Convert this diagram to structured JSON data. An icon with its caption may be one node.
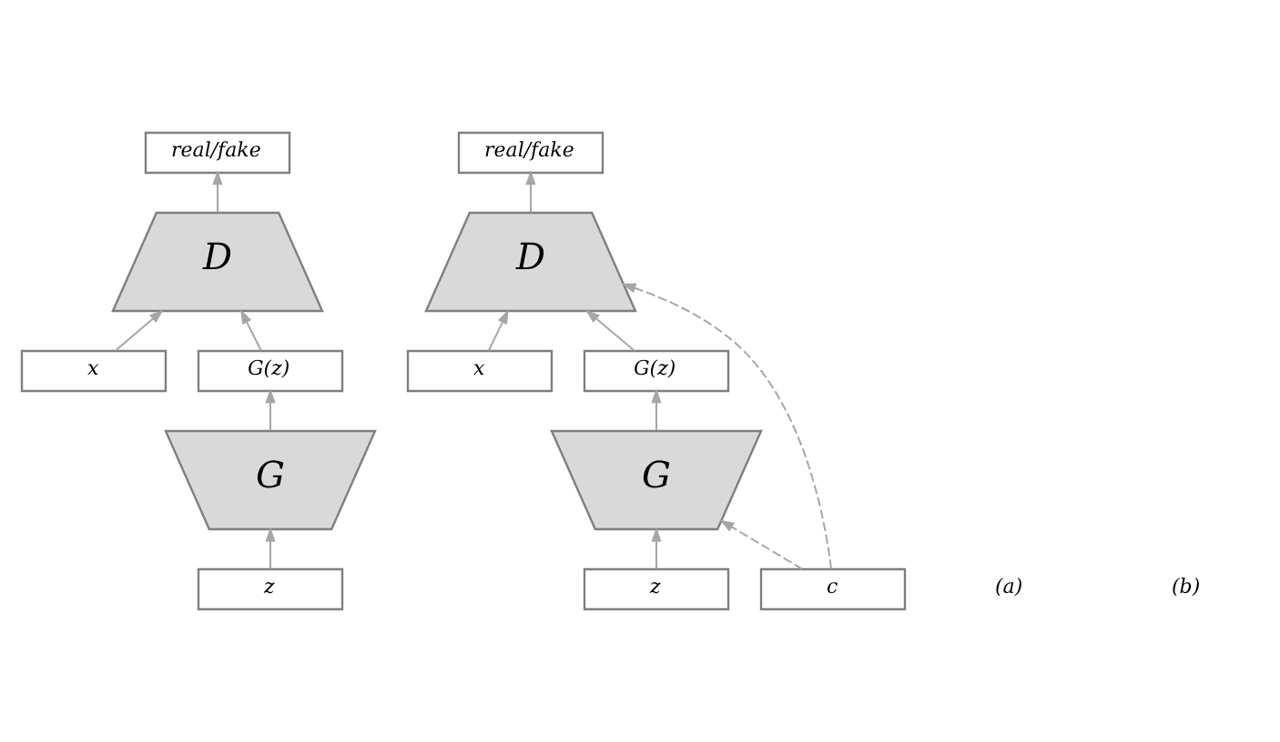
{
  "diagram": {
    "nodes": [
      {
        "text": [
          "real/fake"
        ]
      },
      {
        "text": [
          "D"
        ]
      },
      {
        "text": [
          "x"
        ]
      },
      {
        "text": [
          "G(z)"
        ]
      },
      {
        "text": [
          "G"
        ]
      },
      {
        "text": [
          "z"
        ]
      },
      {
        "text": [
          "real/fake"
        ]
      },
      {
        "text": [
          "D"
        ]
      },
      {
        "text": [
          "x"
        ]
      },
      {
        "text": [
          "G(z)"
        ]
      },
      {
        "text": [
          "G"
        ]
      },
      {
        "text": [
          "z"
        ]
      },
      {
        "text": [
          "c"
        ]
      }
    ],
    "edges": [
      {
        "from": 1,
        "to": 0,
        "arrow": "to"
      },
      {
        "from": 2,
        "to": 1,
        "arrow": "to"
      },
      {
        "from": 3,
        "to": 1,
        "arrow": "to"
      },
      {
        "from": 4,
        "to": 3,
        "arrow": "to"
      },
      {
        "from": 5,
        "to": 4,
        "arrow": "to"
      },
      {
        "from": 7,
        "to": 6,
        "arrow": "to"
      },
      {
        "from": 8,
        "to": 7,
        "arrow": "to"
      },
      {
        "from": 9,
        "to": 7,
        "arrow": "to"
      },
      {
        "from": 10,
        "to": 9,
        "arrow": "to"
      },
      {
        "from": 11,
        "to": 10,
        "arrow": "to"
      },
      {
        "from": 12,
        "to": 7,
        "arrow": "to",
        "style": "dashed"
      },
      {
        "from": 12,
        "to": 10,
        "arrow": "to",
        "style": "dashed"
      }
    ],
    "labels": [
      "(a)",
      "(b)"
    ]
  }
}
